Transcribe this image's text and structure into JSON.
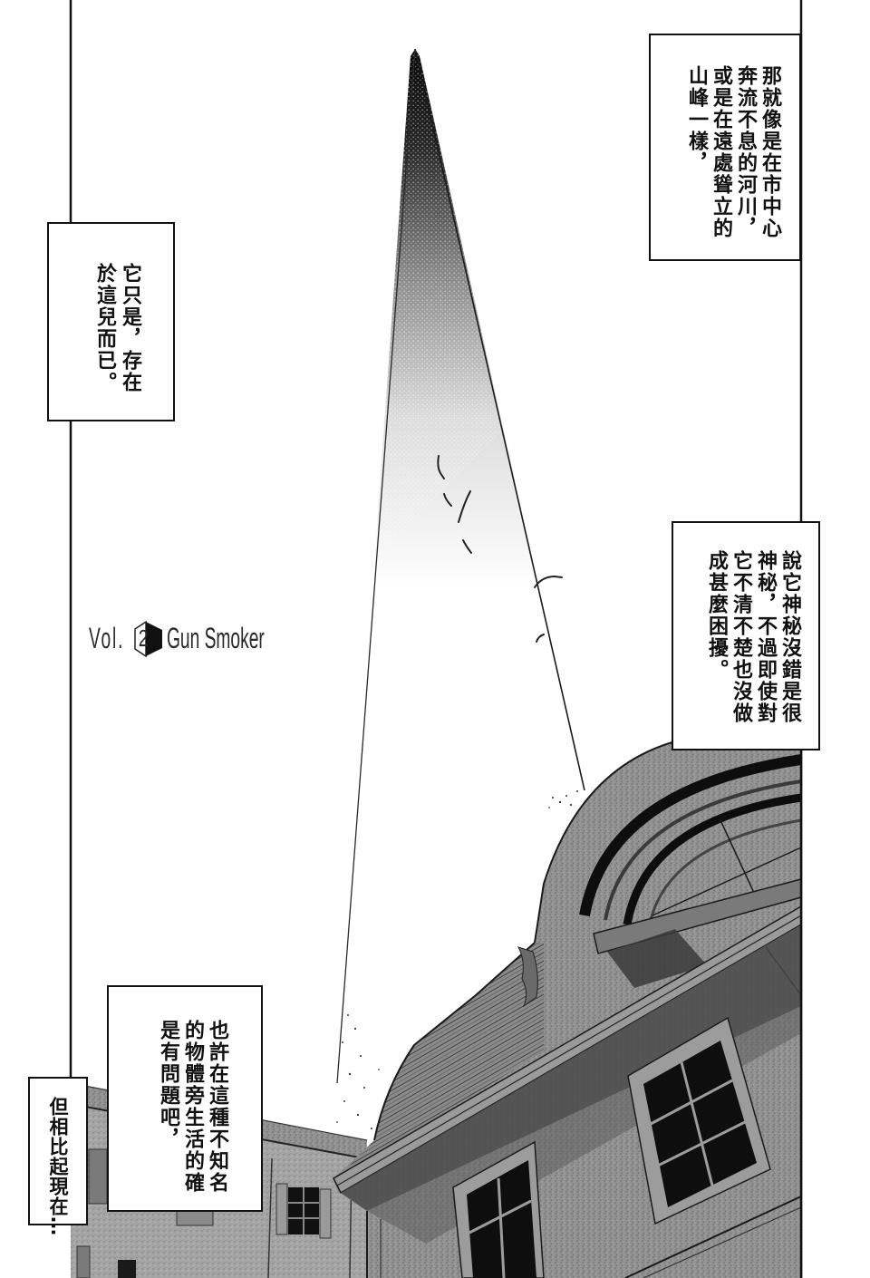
{
  "colors": {
    "ink": "#111111",
    "paper": "#ffffff",
    "tone": "#8e8e8e",
    "tone_light": "#a9a9a9",
    "tone_dark": "#4a4a4a"
  },
  "title": {
    "vol_label": "Vol.",
    "vol_number": "2",
    "chapter_title": "Gun Smoker"
  },
  "captions": [
    {
      "position": "top-right",
      "lines": [
        "那就像是在市中心",
        "奔流不息的河川，",
        "或是在遠處聳立的",
        "山峰一樣，"
      ]
    },
    {
      "position": "middle-left",
      "lines": [
        "它只是，存在",
        "於這兒而已。"
      ]
    },
    {
      "position": "middle-right",
      "lines": [
        "說它神秘沒錯是很",
        "神秘，不過即使對",
        "它不清不楚也沒做",
        "成甚麼困擾。"
      ]
    },
    {
      "position": "bottom-center",
      "lines": [
        "也許在這種不知名",
        "的物體旁生活的確",
        "是有問題吧，"
      ]
    },
    {
      "position": "bottom-left",
      "lines": [
        "但相比起現在…"
      ]
    }
  ]
}
